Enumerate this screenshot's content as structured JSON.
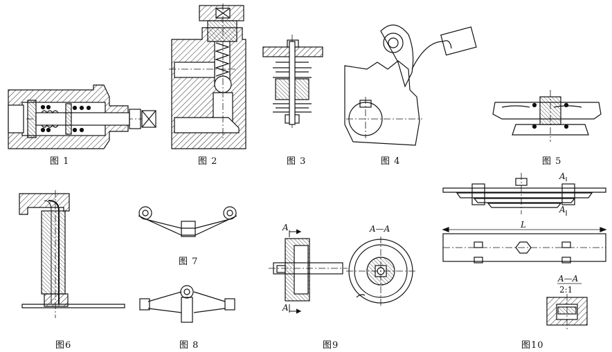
{
  "figures": [
    {
      "id": "fig1",
      "caption": "图 1"
    },
    {
      "id": "fig2",
      "caption": "图 2"
    },
    {
      "id": "fig3",
      "caption": "图 3"
    },
    {
      "id": "fig4",
      "caption": "图 4"
    },
    {
      "id": "fig5",
      "caption": "图 5"
    },
    {
      "id": "fig6",
      "caption": "图6"
    },
    {
      "id": "fig7",
      "caption": "图 7"
    },
    {
      "id": "fig8",
      "caption": "图 8"
    },
    {
      "id": "fig9",
      "caption": "图9"
    },
    {
      "id": "fig10",
      "caption": "图10"
    }
  ],
  "labels": {
    "fig9_section_top": "A",
    "fig9_section_bottom": "A",
    "fig9_view_title": "A—A",
    "fig10_section_top": "A",
    "fig10_section_bottom": "A",
    "fig10_length": "L",
    "fig10_view_title": "A—A",
    "fig10_scale": "2:1"
  }
}
